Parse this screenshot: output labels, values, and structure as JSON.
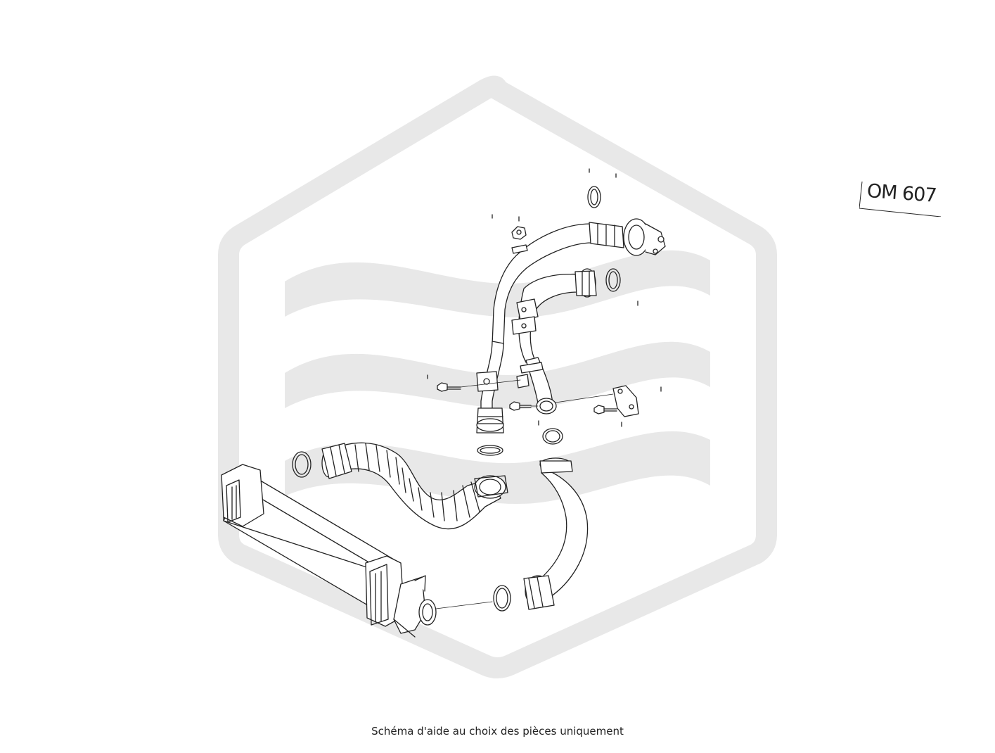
{
  "engine_code": "OM 607",
  "caption": "Schéma d'aide au choix des pièces uniquement",
  "colors": {
    "watermark": "#e8e8e8",
    "line": "#222222",
    "background": "#ffffff"
  },
  "icons": {
    "watermark": "brand-hexagon-waves-logo"
  }
}
